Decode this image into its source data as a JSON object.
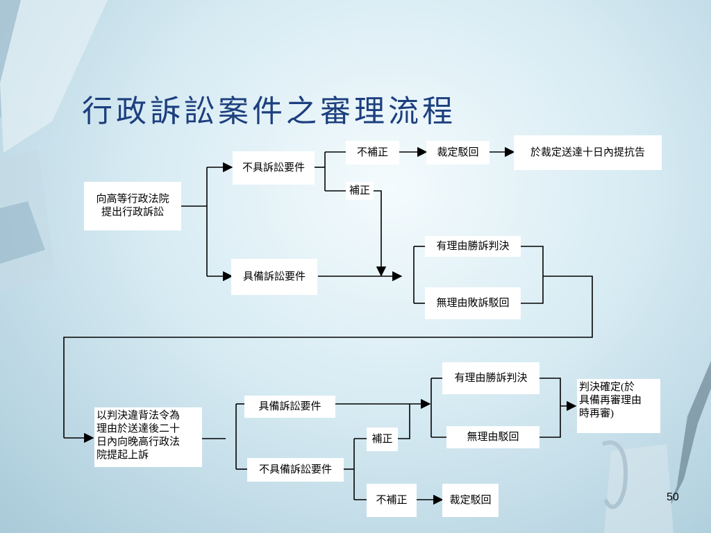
{
  "slide": {
    "title": "行政訴訟案件之審理流程",
    "page_number": "50"
  },
  "flowchart": {
    "start": "向高等行政法院\n提出行政訴訟",
    "not_meet_requirements": "不具訴訟要件",
    "meet_requirements": "具備訴訟要件",
    "no_correction": "不補正",
    "correction": "補正",
    "ruling_dismissal": "裁定駁回",
    "appeal_note": "於裁定送達十日內提抗告",
    "justified_win": "有理由勝訴判決",
    "unjustified_loss": "無理由敗訴駁回",
    "appeal_start": "以判決違背法令為\n理由於送達後二十\n日內向晚高行政法\n院提起上訴",
    "appeal_meet_requirements": "具備訴訟要件",
    "appeal_not_meet_requirements": "不具備訴訟要件",
    "appeal_correction": "補正",
    "appeal_no_correction": "不補正",
    "appeal_ruling_dismissal": "裁定駁回",
    "appeal_justified_win": "有理由勝訴判決",
    "appeal_unjustified_dismissal": "無理由駁回",
    "final_judgment": "判決確定(於\n具備再審理由\n時再審)"
  }
}
